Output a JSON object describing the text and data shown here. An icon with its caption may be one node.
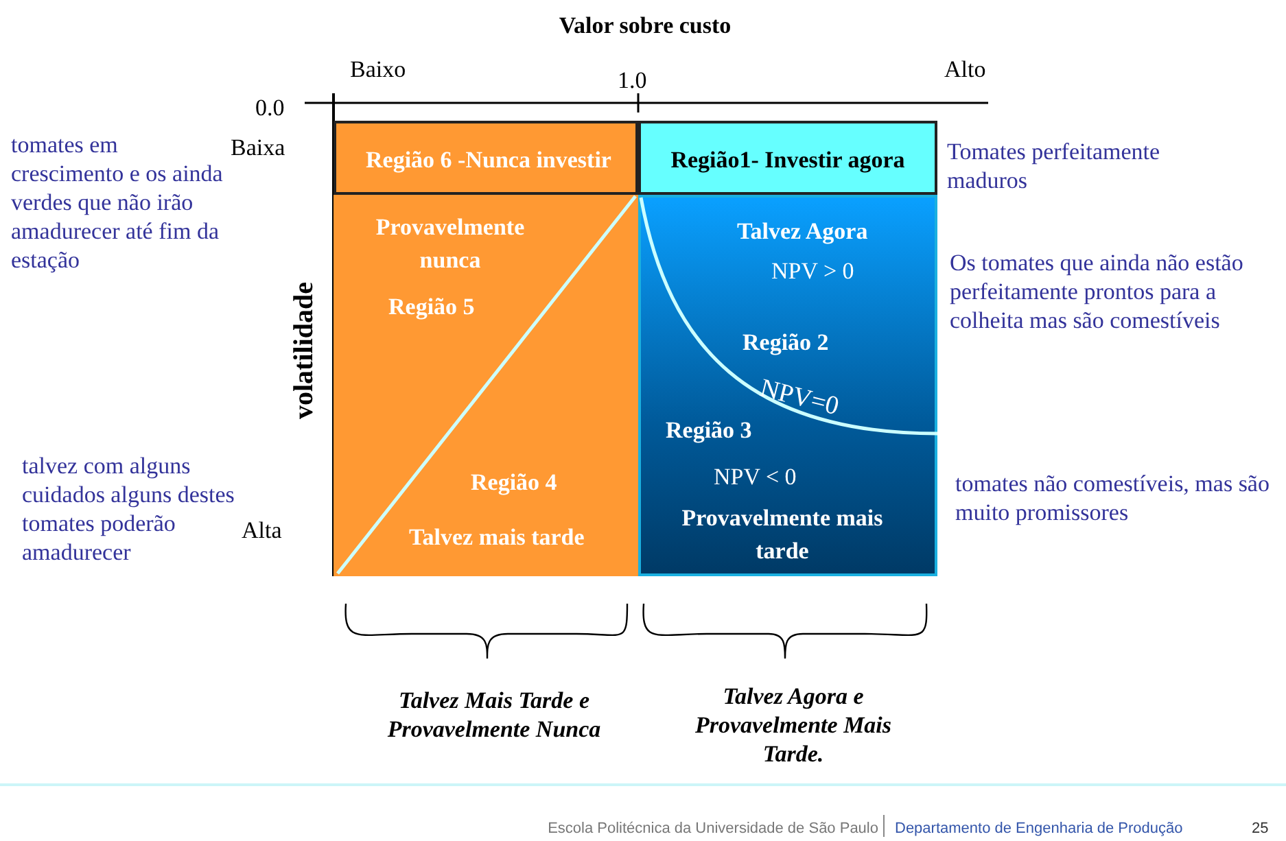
{
  "diagram": {
    "nodes": [
      {
        "text": [
          "Região 6 -Nunca investir"
        ]
      },
      {
        "text": [
          "Região1- Investir agora"
        ]
      },
      {
        "text": [
          "Provavelmente nunca",
          "Região 5",
          "Região 4",
          "Talvez mais tarde"
        ]
      },
      {
        "text": [
          "Talvez Agora",
          "NPV > 0",
          "Região 2",
          "Região 3",
          "NPV < 0",
          "Provavelmente mais tarde"
        ]
      }
    ],
    "labels": [
      "Valor sobre custo",
      "Baixo",
      "1.0",
      "Alto",
      "0.0",
      "Baixa",
      "volatilidade",
      "Alta",
      "tomates em crescimento e os ainda verdes que não irão amadurecer até fim da estação",
      "talvez com alguns cuidados alguns destes tomates poderão amadurecer",
      "Tomates perfeitamente maduros",
      "Os tomates que ainda não estão perfeitamente prontos para a colheita mas são comestíveis",
      "tomates não comestíveis, mas são muito promissores",
      "NPV=0",
      "Talvez Mais Tarde e Provavelmente Nunca",
      "Talvez Agora e Provavelmente Mais Tarde.",
      "Escola Politécnica da Universidade de São Paulo",
      "Departamento de Engenharia de Produção",
      "25"
    ]
  }
}
